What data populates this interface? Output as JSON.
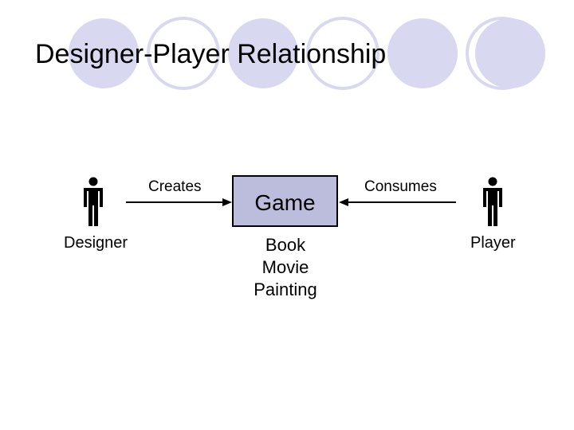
{
  "slide": {
    "title": "Designer-Player Relationship"
  },
  "theme": {
    "accent_circle_color": "#d8d8f0",
    "box_fill_color": "#bcbcdc",
    "line_color": "#000000"
  },
  "diagram": {
    "left_actor": {
      "label": "Designer",
      "icon": "person-icon"
    },
    "right_actor": {
      "label": "Player",
      "icon": "person-icon"
    },
    "center_box": {
      "label": "Game"
    },
    "left_relation": {
      "label": "Creates",
      "direction": "into-box"
    },
    "right_relation": {
      "label": "Consumes",
      "direction": "into-box"
    },
    "other_media": [
      "Book",
      "Movie",
      "Painting"
    ]
  }
}
